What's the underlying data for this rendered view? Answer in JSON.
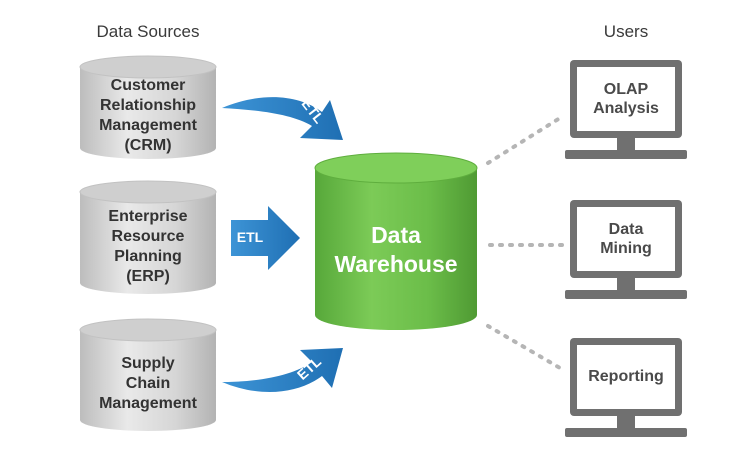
{
  "headers": {
    "data_sources": "Data Sources",
    "users": "Users"
  },
  "sources": [
    {
      "lines": [
        "Customer",
        "Relationship",
        "Management",
        "(CRM)"
      ]
    },
    {
      "lines": [
        "Enterprise",
        "Resource",
        "Planning",
        "(ERP)"
      ]
    },
    {
      "lines": [
        "Supply",
        "Chain",
        "Management"
      ]
    }
  ],
  "warehouse": {
    "lines": [
      "Data",
      "Warehouse"
    ]
  },
  "etl": {
    "label": "ETL"
  },
  "users": [
    {
      "lines": [
        "OLAP",
        "Analysis"
      ]
    },
    {
      "lines": [
        "Data",
        "Mining"
      ]
    },
    {
      "lines": [
        "Reporting"
      ]
    }
  ],
  "colors": {
    "cylinder_gray": "#d4d4d4",
    "warehouse_green": "#6cc04a",
    "arrow_blue": "#2a7fc2",
    "monitor_gray": "#6d6d6d",
    "connector_dots": "#b5b5b5"
  }
}
